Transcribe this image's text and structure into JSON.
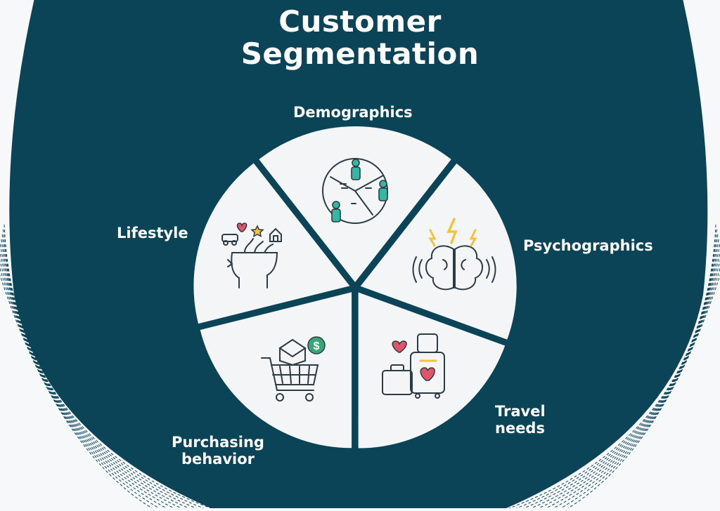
{
  "title": {
    "line1": "Customer",
    "line2": "Segmentation"
  },
  "segments": [
    {
      "label_line1": "Demographics",
      "label_line2": "",
      "icon": "demographics-people-pie-icon"
    },
    {
      "label_line1": "Psychographics",
      "label_line2": "",
      "icon": "brain-icon"
    },
    {
      "label_line1": "Travel",
      "label_line2": "needs",
      "icon": "luggage-icon"
    },
    {
      "label_line1": "Purchasing",
      "label_line2": "behavior",
      "icon": "shopping-cart-icon"
    },
    {
      "label_line1": "Lifestyle",
      "label_line2": "",
      "icon": "head-ideas-icon"
    }
  ],
  "colors": {
    "background": "#f7f8f9",
    "dark_teal": "#0b4357",
    "slice_fill": "#f3f5f7",
    "icon_stroke": "#2d3b45",
    "accent_teal": "#33b8a4",
    "accent_yellow": "#f3c33b",
    "accent_red": "#e0556a",
    "accent_green": "#3aa676"
  }
}
